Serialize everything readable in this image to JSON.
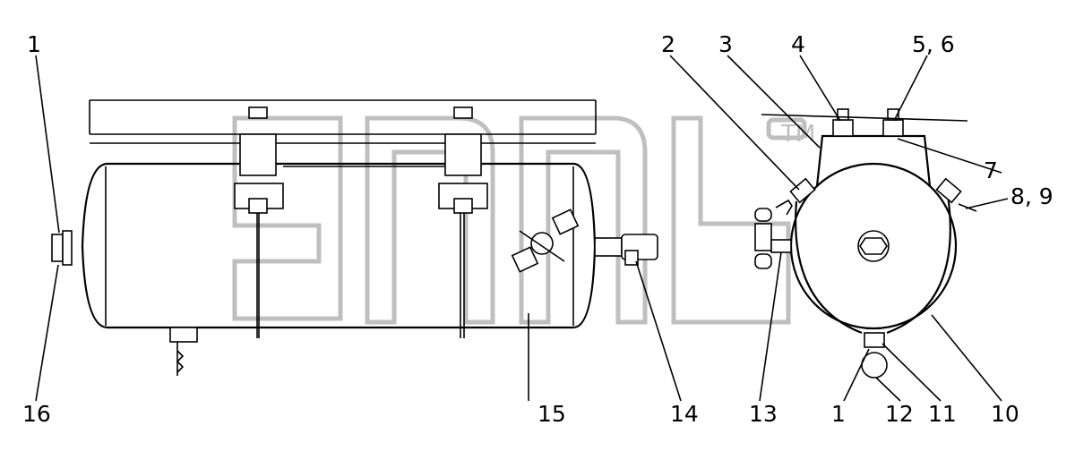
{
  "drawing": {
    "callouts": [
      {
        "id": "c1-top",
        "text": "1"
      },
      {
        "id": "c2",
        "text": "2"
      },
      {
        "id": "c3",
        "text": "3"
      },
      {
        "id": "c4",
        "text": "4"
      },
      {
        "id": "c5-6",
        "text": "5, 6"
      },
      {
        "id": "c7",
        "text": "7"
      },
      {
        "id": "c8-9",
        "text": "8, 9"
      },
      {
        "id": "c16",
        "text": "16"
      },
      {
        "id": "c15",
        "text": "15"
      },
      {
        "id": "c14",
        "text": "14"
      },
      {
        "id": "c13",
        "text": "13"
      },
      {
        "id": "c1-bottom",
        "text": "1"
      },
      {
        "id": "c12",
        "text": "12"
      },
      {
        "id": "c11",
        "text": "11"
      },
      {
        "id": "c10",
        "text": "10"
      }
    ],
    "watermark": {
      "text": "TM",
      "color": "#bfbfbf"
    }
  }
}
